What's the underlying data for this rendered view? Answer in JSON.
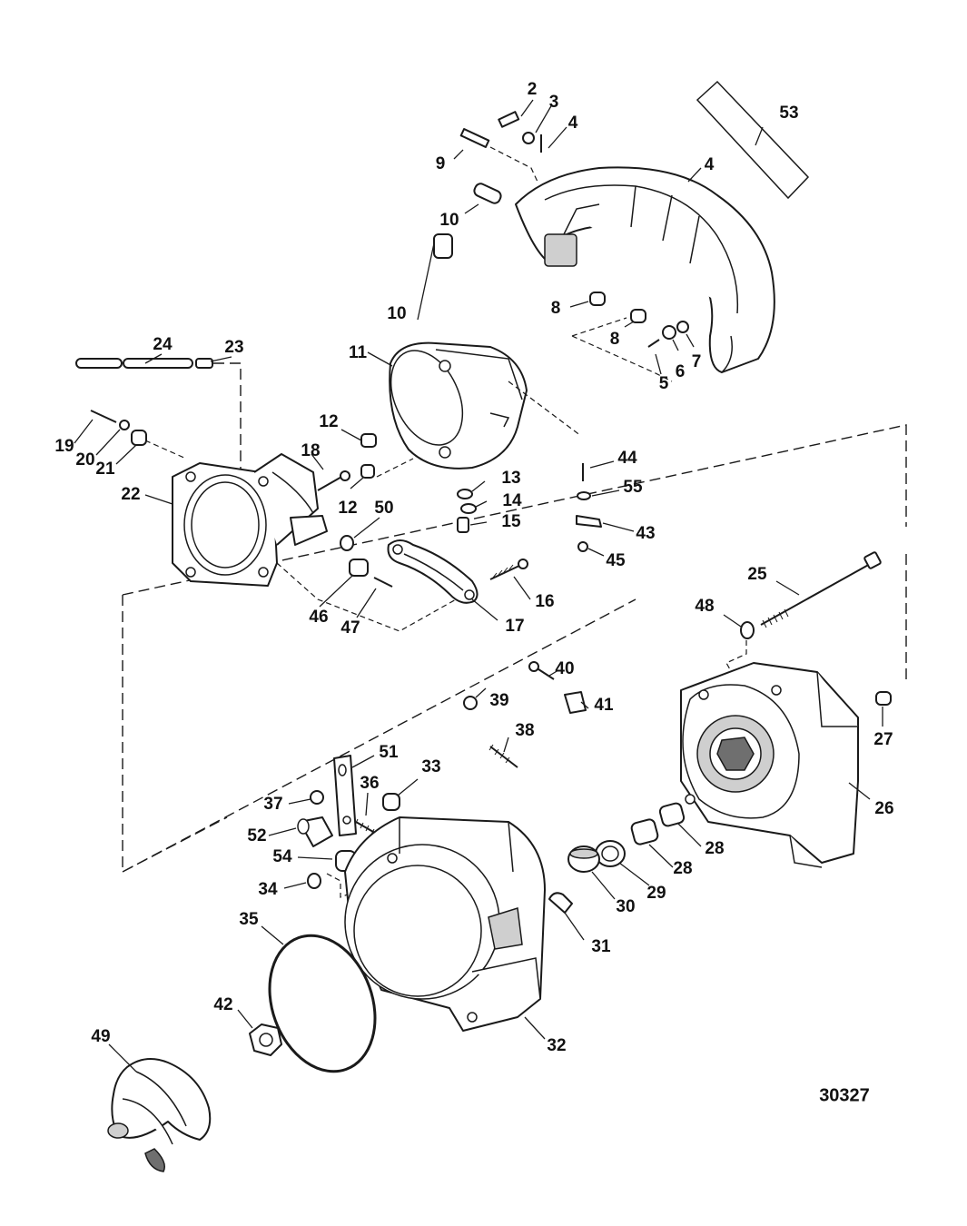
{
  "figure_number": "30327",
  "callouts": {
    "c2": "2",
    "c3": "3",
    "c4a": "4",
    "c4b": "4",
    "c5": "5",
    "c6": "6",
    "c7": "7",
    "c8a": "8",
    "c8b": "8",
    "c9": "9",
    "c10a": "10",
    "c10b": "10",
    "c11": "11",
    "c12a": "12",
    "c12b": "12",
    "c13": "13",
    "c14": "14",
    "c15": "15",
    "c16": "16",
    "c17": "17",
    "c18": "18",
    "c19": "19",
    "c20": "20",
    "c21": "21",
    "c22": "22",
    "c23": "23",
    "c24": "24",
    "c25": "25",
    "c26": "26",
    "c27": "27",
    "c28a": "28",
    "c28b": "28",
    "c29": "29",
    "c30": "30",
    "c31": "31",
    "c32": "32",
    "c33": "33",
    "c34": "34",
    "c35": "35",
    "c36": "36",
    "c37": "37",
    "c38": "38",
    "c39": "39",
    "c40": "40",
    "c41": "41",
    "c42": "42",
    "c43": "43",
    "c44": "44",
    "c45": "45",
    "c46": "46",
    "c47": "47",
    "c48": "48",
    "c49": "49",
    "c50": "50",
    "c51": "51",
    "c52": "52",
    "c53": "53",
    "c54": "54",
    "c55": "55"
  }
}
